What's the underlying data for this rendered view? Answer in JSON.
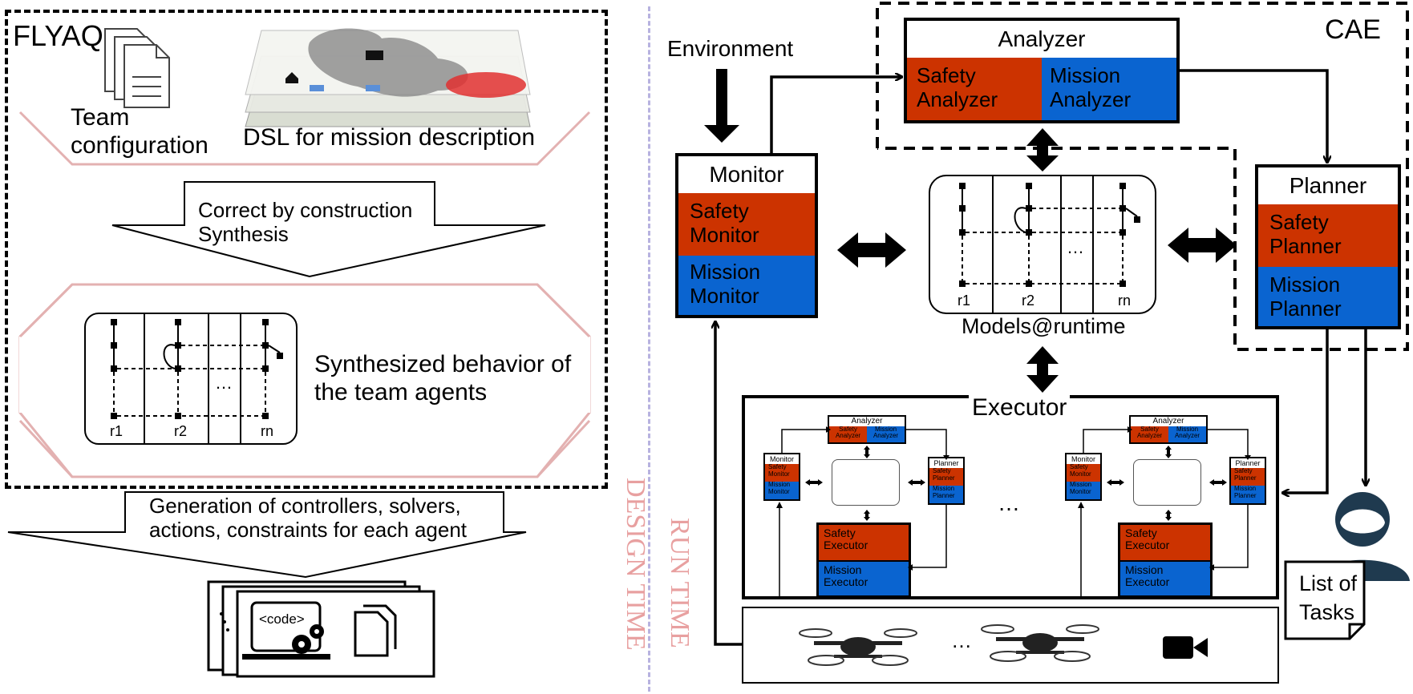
{
  "design_time": {
    "flyaq_label": "FLYAQ",
    "team_configuration": "Team\nconfiguration",
    "dsl_label": "DSL for mission description",
    "synthesis_label": "Correct by construction\nSynthesis",
    "synthesized_label": "Synthesized behavior of\nthe team agents",
    "generation_label": "Generation of controllers, solvers,\nactions, constraints for each agent",
    "code_label": "<code>",
    "robots": [
      "r1",
      "r2",
      "rn"
    ],
    "ellipsis": "…",
    "vertical_label": "DESIGN TIME"
  },
  "run_time": {
    "vertical_label": "RUN TIME",
    "environment": "Environment",
    "cae": "CAE",
    "analyzer": {
      "title": "Analyzer",
      "safety": "Safety\nAnalyzer",
      "mission": "Mission\nAnalyzer"
    },
    "monitor": {
      "title": "Monitor",
      "safety": "Safety\nMonitor",
      "mission": "Mission\nMonitor"
    },
    "planner": {
      "title": "Planner",
      "safety": "Safety\nPlanner",
      "mission": "Mission\nPlanner"
    },
    "models": {
      "label": "Models@runtime",
      "robots": [
        "r1",
        "r2",
        "rn"
      ],
      "ellipsis": "…"
    },
    "executor": {
      "title": "Executor",
      "mini_analyzer": "Analyzer",
      "mini_monitor": "Monitor",
      "mini_planner": "Planner",
      "mini_safety_analyzer": "Safety\nAnalyzer",
      "mini_mission_analyzer": "Mission\nAnalyzer",
      "mini_safety_monitor": "Safety\nMonitor",
      "mini_mission_monitor": "Mission\nMonitor",
      "mini_safety_planner": "Safety\nPlanner",
      "mini_mission_planner": "Mission\nPlanner",
      "safety_executor": "Safety\nExecutor",
      "mission_executor": "Mission\nExecutor",
      "ellipsis": "…"
    },
    "drones_ellipsis": "…",
    "list_of_tasks": "List of\nTasks"
  },
  "colors": {
    "safety": "#cc3300",
    "mission": "#0a64d0",
    "pink_outline": "#e3b1b1",
    "divider": "#b7b2e0",
    "vertical_text": "#e8a0a0"
  }
}
